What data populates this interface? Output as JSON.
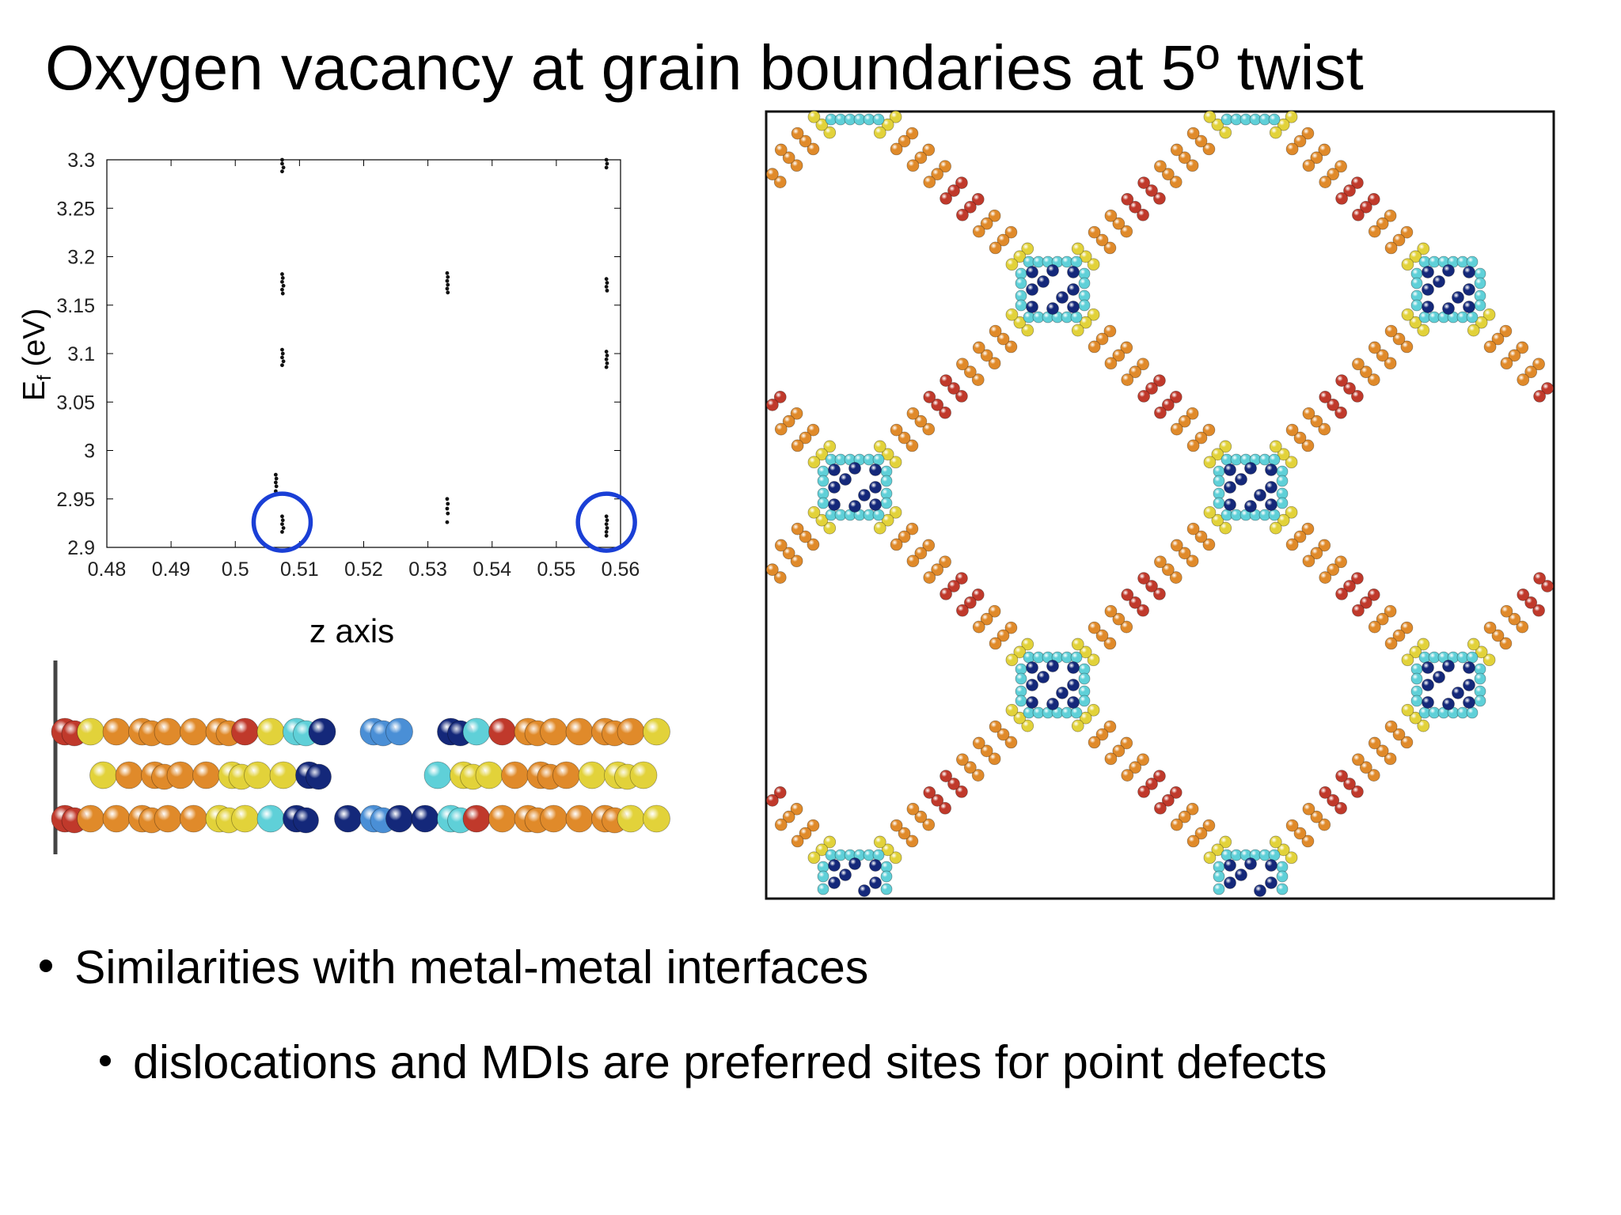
{
  "slide": {
    "title": "Oxygen vacancy at grain boundaries at 5º twist"
  },
  "chart_data": {
    "type": "scatter",
    "title": "",
    "xlabel": "z axis",
    "ylabel_main": "E",
    "ylabel_sub": "f",
    "ylabel_unit": " (eV)",
    "xlim": [
      0.48,
      0.56
    ],
    "ylim": [
      2.9,
      3.3
    ],
    "xticks": [
      "0.48",
      "0.49",
      "0.5",
      "0.51",
      "0.52",
      "0.53",
      "0.54",
      "0.55",
      "0.56"
    ],
    "yticks": [
      "2.9",
      "2.95",
      "3",
      "3.05",
      "3.1",
      "3.15",
      "3.2",
      "3.25",
      "3.3"
    ],
    "points": [
      [
        0.5073,
        3.3
      ],
      [
        0.5073,
        3.296
      ],
      [
        0.5075,
        3.292
      ],
      [
        0.5073,
        3.288
      ],
      [
        0.5073,
        3.182
      ],
      [
        0.5074,
        3.178
      ],
      [
        0.5073,
        3.174
      ],
      [
        0.5075,
        3.17
      ],
      [
        0.5073,
        3.166
      ],
      [
        0.5074,
        3.162
      ],
      [
        0.5073,
        3.104
      ],
      [
        0.5074,
        3.1
      ],
      [
        0.5073,
        3.096
      ],
      [
        0.5075,
        3.092
      ],
      [
        0.5073,
        3.088
      ],
      [
        0.5063,
        2.975
      ],
      [
        0.5064,
        2.971
      ],
      [
        0.5063,
        2.967
      ],
      [
        0.5064,
        2.963
      ],
      [
        0.5063,
        2.958
      ],
      [
        0.5073,
        2.932
      ],
      [
        0.5074,
        2.928
      ],
      [
        0.5073,
        2.924
      ],
      [
        0.5075,
        2.92
      ],
      [
        0.5073,
        2.916
      ],
      [
        0.533,
        3.183
      ],
      [
        0.5331,
        3.179
      ],
      [
        0.533,
        3.175
      ],
      [
        0.5331,
        3.171
      ],
      [
        0.533,
        3.167
      ],
      [
        0.5331,
        3.163
      ],
      [
        0.533,
        2.95
      ],
      [
        0.5331,
        2.945
      ],
      [
        0.533,
        2.94
      ],
      [
        0.5331,
        2.935
      ],
      [
        0.533,
        2.926
      ],
      [
        0.5578,
        3.3
      ],
      [
        0.5579,
        3.296
      ],
      [
        0.5578,
        3.292
      ],
      [
        0.5578,
        3.177
      ],
      [
        0.5579,
        3.173
      ],
      [
        0.5578,
        3.169
      ],
      [
        0.5579,
        3.165
      ],
      [
        0.5578,
        3.102
      ],
      [
        0.5579,
        3.098
      ],
      [
        0.5578,
        3.094
      ],
      [
        0.5579,
        3.09
      ],
      [
        0.5578,
        3.086
      ],
      [
        0.5578,
        2.932
      ],
      [
        0.5579,
        2.928
      ],
      [
        0.5578,
        2.924
      ],
      [
        0.5579,
        2.92
      ],
      [
        0.5578,
        2.916
      ],
      [
        0.5578,
        2.912
      ]
    ],
    "highlights": [
      {
        "x": 0.5073,
        "y": 2.926,
        "color": "#1a3fd6"
      },
      {
        "x": 0.5578,
        "y": 2.926,
        "color": "#1a3fd6"
      }
    ]
  },
  "bullets": [
    {
      "text": "Similarities with metal-metal interfaces",
      "level": 1
    },
    {
      "text": "dislocations and MDIs are preferred sites for point defects",
      "level": 2
    }
  ],
  "colors": {
    "atom_red": "#c0392b",
    "atom_orange": "#e08a2a",
    "atom_yellow": "#e2d23a",
    "atom_cyan": "#5fd0d8",
    "atom_lightblue": "#4a8fd6",
    "atom_navy": "#14287a",
    "highlight_circle": "#1a3fd6"
  }
}
